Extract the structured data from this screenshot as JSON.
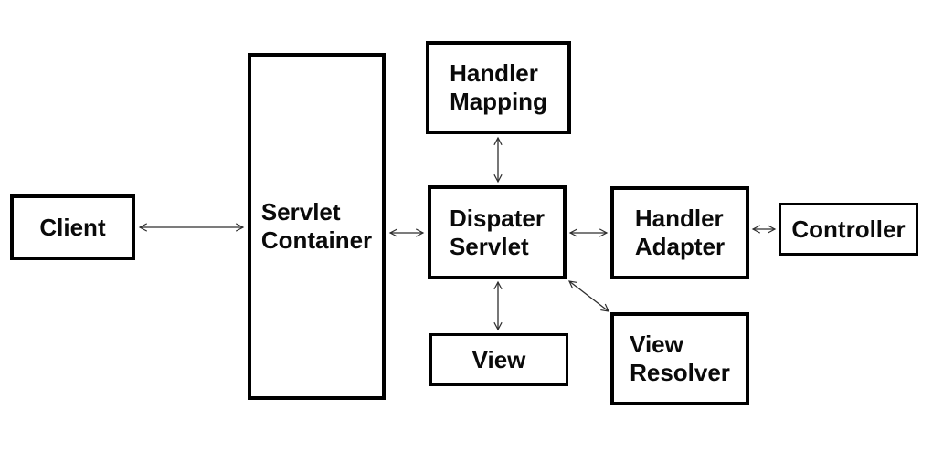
{
  "diagram": {
    "nodes": {
      "client": {
        "label": "Client"
      },
      "servlet_container": {
        "line1": "Servlet",
        "line2": "Container"
      },
      "handler_mapping": {
        "line1": "Handler",
        "line2": "Mapping"
      },
      "dispater_servlet": {
        "line1": "Dispater",
        "line2": "Servlet"
      },
      "handler_adapter": {
        "line1": "Handler",
        "line2": "Adapter"
      },
      "controller": {
        "label": "Controller"
      },
      "view": {
        "label": "View"
      },
      "view_resolver": {
        "line1": "View",
        "line2": "Resolver"
      }
    },
    "edges": [
      {
        "from": "Client",
        "to": "Servlet Container",
        "type": "bidirectional",
        "orientation": "horizontal"
      },
      {
        "from": "Servlet Container",
        "to": "Dispater Servlet",
        "type": "bidirectional",
        "orientation": "horizontal"
      },
      {
        "from": "Handler Mapping",
        "to": "Dispater Servlet",
        "type": "bidirectional",
        "orientation": "vertical"
      },
      {
        "from": "Dispater Servlet",
        "to": "Handler Adapter",
        "type": "bidirectional",
        "orientation": "horizontal"
      },
      {
        "from": "Handler Adapter",
        "to": "Controller",
        "type": "bidirectional",
        "orientation": "horizontal"
      },
      {
        "from": "Dispater Servlet",
        "to": "View",
        "type": "bidirectional",
        "orientation": "vertical"
      },
      {
        "from": "Dispater Servlet",
        "to": "View Resolver",
        "type": "bidirectional",
        "orientation": "diagonal"
      }
    ],
    "colors": {
      "background": "#ffffff",
      "box_border": "#000000",
      "text": "#0a0a0a",
      "arrow": "#2e2e2e"
    }
  }
}
